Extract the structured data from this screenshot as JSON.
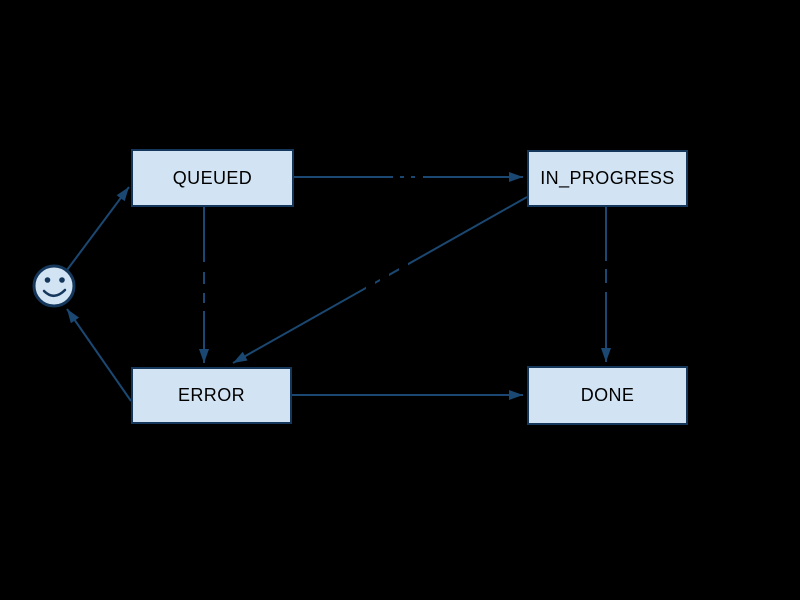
{
  "diagram": {
    "type": "state-machine",
    "background_color": "#000000",
    "colors": {
      "node_fill": "#d2e4f4",
      "node_border": "#15375c",
      "edge": "#1b4872",
      "node_text": "#000000"
    },
    "nodes": [
      {
        "id": "start",
        "kind": "smiley-face",
        "label": ""
      },
      {
        "id": "queued",
        "label": "QUEUED"
      },
      {
        "id": "in_progress",
        "label": "IN_PROGRESS"
      },
      {
        "id": "error",
        "label": "ERROR"
      },
      {
        "id": "done",
        "label": "DONE"
      }
    ],
    "edges": [
      {
        "from": "start",
        "to": "queued"
      },
      {
        "from": "queued",
        "to": "in_progress"
      },
      {
        "from": "queued",
        "to": "error"
      },
      {
        "from": "in_progress",
        "to": "error"
      },
      {
        "from": "in_progress",
        "to": "done"
      },
      {
        "from": "error",
        "to": "done"
      },
      {
        "from": "error",
        "to": "start"
      }
    ]
  }
}
